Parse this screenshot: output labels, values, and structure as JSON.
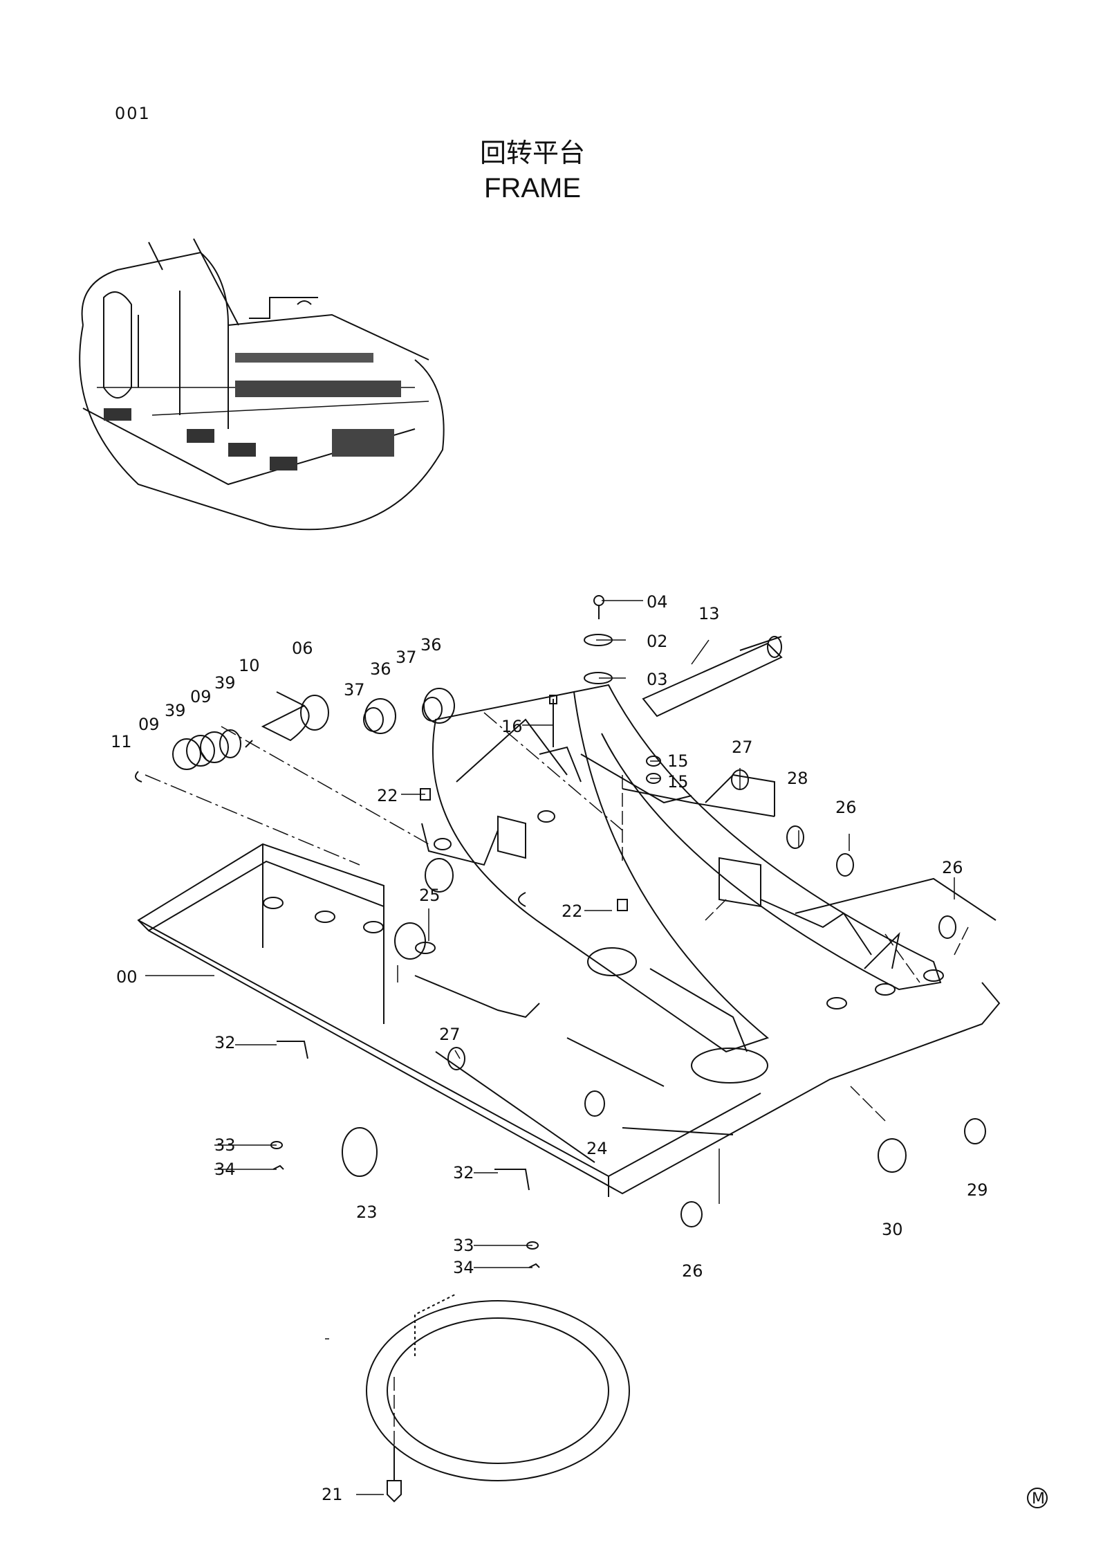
{
  "page": {
    "number": "001",
    "title_cn": "回转平台",
    "title_en": "FRAME",
    "mark": "M"
  },
  "callouts": {
    "p00": "00",
    "p02": "02",
    "p03": "03",
    "p04": "04",
    "p06": "06",
    "p09a": "09",
    "p09b": "09",
    "p10": "10",
    "p11": "11",
    "p13": "13",
    "p15a": "15",
    "p15b": "15",
    "p16": "16",
    "p21": "21",
    "p22a": "22",
    "p22b": "22",
    "p23": "23",
    "p24": "24",
    "p25": "25",
    "p26a": "26",
    "p26b": "26",
    "p26c": "26",
    "p27a": "27",
    "p27b": "27",
    "p28": "28",
    "p29": "29",
    "p30": "30",
    "p32a": "32",
    "p32b": "32",
    "p33a": "33",
    "p33b": "33",
    "p34a": "34",
    "p34b": "34",
    "p36a": "36",
    "p36b": "36",
    "p37a": "37",
    "p37b": "37",
    "p39a": "39",
    "p39b": "39"
  }
}
